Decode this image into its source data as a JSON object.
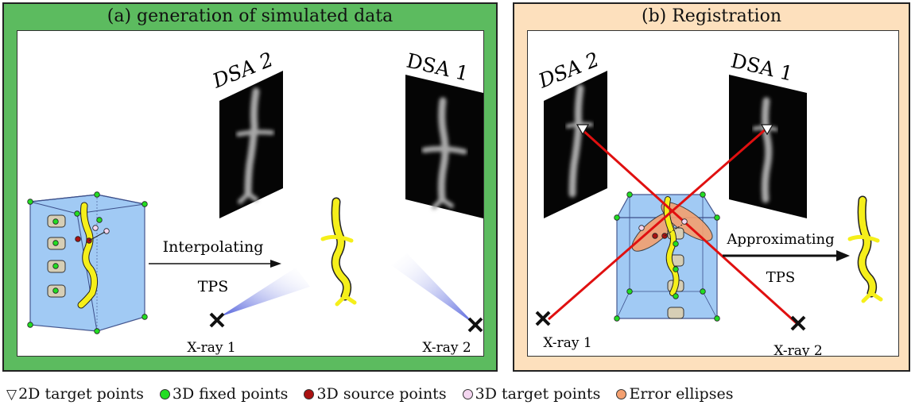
{
  "panel_a": {
    "title": "(a) generation of simulated data",
    "dsa2_label": "DSA 2",
    "dsa1_label": "DSA 1",
    "arrow_label_top": "Interpolating",
    "arrow_label_bottom": "TPS",
    "xray1_label": "X-ray 1",
    "xray2_label": "X-ray 2"
  },
  "panel_b": {
    "title": "(b) Registration",
    "dsa2_label": "DSA 2",
    "dsa1_label": "DSA 1",
    "arrow_label_top": "Approximating",
    "arrow_label_bottom": "TPS",
    "xray1_label": "X-ray 1",
    "xray2_label": "X-ray 2"
  },
  "legend": {
    "target_2d": "2D target points",
    "fixed_3d": "3D fixed points",
    "source_3d": "3D source points",
    "target_3d": "3D target points",
    "error_ellipses": "Error ellipses"
  },
  "colors": {
    "panel_a_bg": "#5cbb5f",
    "panel_b_bg": "#fde0bd",
    "fixed_point": "#22dd22",
    "source_point": "#aa1111",
    "target_point": "#f4d6f0",
    "vessel": "#f5ef1a",
    "ray": "#e01010",
    "cube": "#9cc8f4",
    "ellipse": "#f4a070"
  }
}
